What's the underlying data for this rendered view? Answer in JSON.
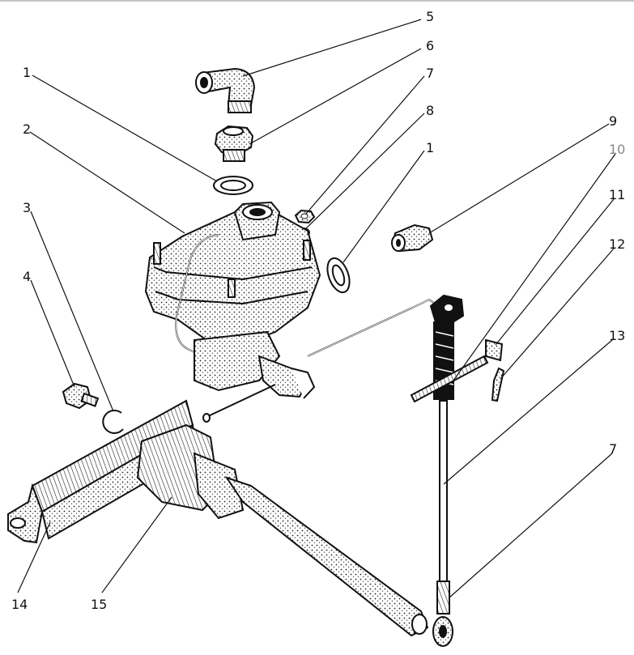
{
  "callouts": [
    {
      "id": "c5",
      "text": "5"
    },
    {
      "id": "c6",
      "text": "6"
    },
    {
      "id": "c1a",
      "text": "1"
    },
    {
      "id": "c7a",
      "text": "7"
    },
    {
      "id": "c8",
      "text": "8"
    },
    {
      "id": "c1b",
      "text": "1"
    },
    {
      "id": "c9",
      "text": "9"
    },
    {
      "id": "c10",
      "text": "10"
    },
    {
      "id": "c11",
      "text": "11"
    },
    {
      "id": "c2",
      "text": "2"
    },
    {
      "id": "c12",
      "text": "12"
    },
    {
      "id": "c3",
      "text": "3"
    },
    {
      "id": "c4",
      "text": "4"
    },
    {
      "id": "c13",
      "text": "13"
    },
    {
      "id": "c7b",
      "text": "7"
    },
    {
      "id": "c14",
      "text": "14"
    },
    {
      "id": "c15",
      "text": "15"
    }
  ],
  "colors": {
    "ink": "#111111",
    "paper": "#ffffff",
    "muted": "#888888"
  }
}
